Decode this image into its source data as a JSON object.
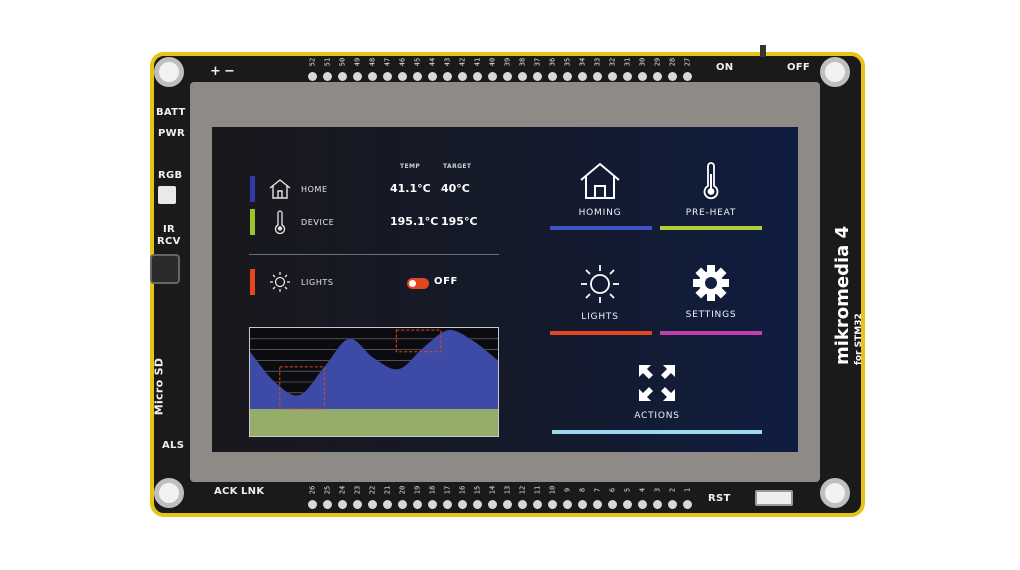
{
  "board": {
    "label_batt": "BATT",
    "label_pwr": "PWR",
    "label_rgb": "RGB",
    "label_ir": "IR",
    "label_rcv": "RCV",
    "label_microsd": "Micro SD",
    "label_als": "ALS",
    "label_ack": "ACK",
    "label_lnk": "LNK",
    "label_rst": "RST",
    "label_on": "ON",
    "label_off": "OFF",
    "label_plus": "+",
    "label_minus": "−",
    "brand_name": "mikromedia 4",
    "brand_sub": "for STM32",
    "top_pins": [
      "52",
      "51",
      "50",
      "49",
      "48",
      "47",
      "46",
      "45",
      "44",
      "43",
      "42",
      "41",
      "40",
      "39",
      "38",
      "37",
      "36",
      "35",
      "34",
      "33",
      "32",
      "31",
      "30",
      "29",
      "28",
      "27"
    ],
    "bottom_pins": [
      "26",
      "25",
      "24",
      "23",
      "22",
      "21",
      "20",
      "19",
      "18",
      "17",
      "16",
      "15",
      "14",
      "13",
      "12",
      "11",
      "10",
      "9",
      "8",
      "7",
      "6",
      "5",
      "4",
      "3",
      "2",
      "1"
    ]
  },
  "status": {
    "headers": {
      "temp": "TEMP",
      "target": "TARGET"
    },
    "home": {
      "label": "HOME",
      "temp": "41.1°C",
      "target": "40°C",
      "color": "#2f3aa6",
      "icon": "home-icon"
    },
    "device": {
      "label": "DEVICE",
      "temp": "195.1°C",
      "target": "195°C",
      "color": "#9fc42b",
      "icon": "thermometer-icon"
    },
    "lights": {
      "label": "LIGHTS",
      "state": "OFF",
      "color": "#e4471f",
      "icon": "sun-icon"
    }
  },
  "chart_data": {
    "type": "area",
    "x": [
      0,
      1,
      2,
      3,
      4,
      5,
      6,
      7,
      8,
      9,
      10
    ],
    "series": [
      {
        "values": [
          78,
          50,
          38,
          64,
          90,
          72,
          62,
          82,
          98,
          88,
          70
        ],
        "color": "#3d4aa6"
      },
      {
        "values": [
          25,
          25,
          25,
          25,
          25,
          25,
          25,
          25,
          25,
          25,
          25
        ],
        "color": "#94ad6b"
      }
    ],
    "ylim": [
      0,
      100
    ],
    "grid": true,
    "target_boxes": [
      {
        "x0": 1.2,
        "x1": 3.0,
        "y0": 25,
        "y1": 64,
        "color": "#e4471f"
      },
      {
        "x0": 5.9,
        "x1": 7.7,
        "y0": 78,
        "y1": 98,
        "color": "#e4471f"
      }
    ]
  },
  "menu": {
    "tiles": [
      {
        "name": "homing",
        "label": "HOMING",
        "icon": "home-icon",
        "color": "#3e53c4"
      },
      {
        "name": "pre-heat",
        "label": "PRE-HEAT",
        "icon": "thermometer-icon",
        "color": "#b7cc3a"
      },
      {
        "name": "lights",
        "label": "LIGHTS",
        "icon": "sun-icon",
        "color": "#e4471f"
      },
      {
        "name": "settings",
        "label": "SETTINGS",
        "icon": "gear-icon",
        "color": "#c23ea8"
      },
      {
        "name": "actions",
        "label": "ACTIONS",
        "icon": "expand-arrows-icon",
        "color": "#9fd6f0"
      }
    ]
  }
}
